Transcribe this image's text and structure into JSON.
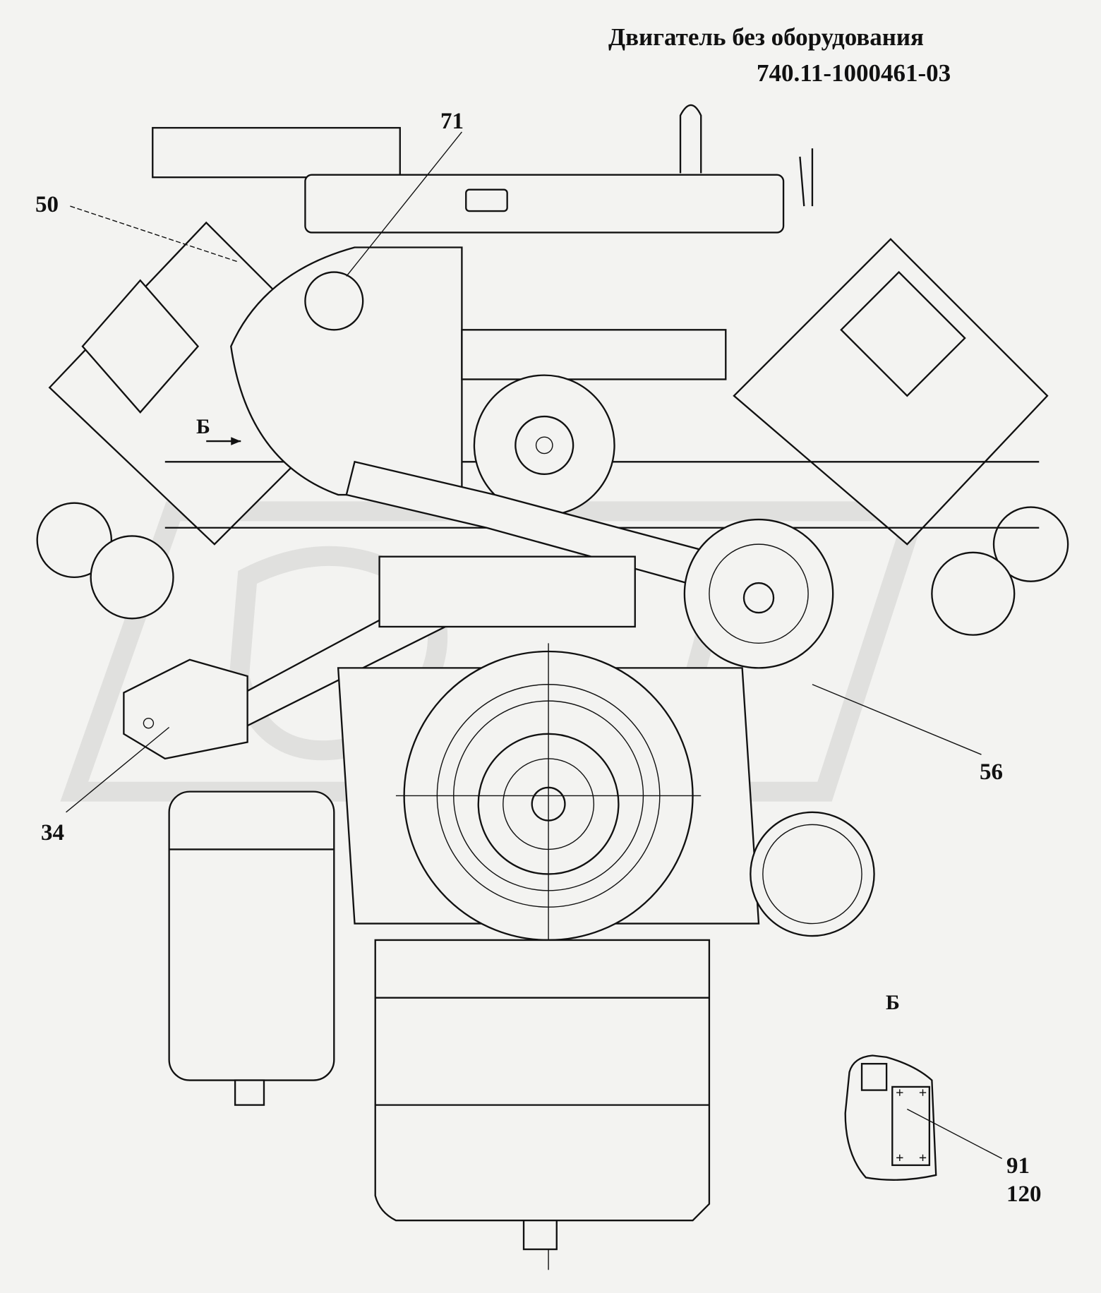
{
  "title": {
    "line1": "Двигатель без оборудования",
    "line2": "740.11-1000461-03"
  },
  "callouts": [
    {
      "id": "50",
      "label": "50"
    },
    {
      "id": "71",
      "label": "71"
    },
    {
      "id": "34",
      "label": "34"
    },
    {
      "id": "56",
      "label": "56"
    },
    {
      "id": "91",
      "label": "91"
    },
    {
      "id": "120",
      "label": "120"
    }
  ],
  "view_marker": "Б",
  "view_marker_detail": "Б",
  "colors": {
    "background": "#f3f3f1",
    "ink": "#111111"
  }
}
